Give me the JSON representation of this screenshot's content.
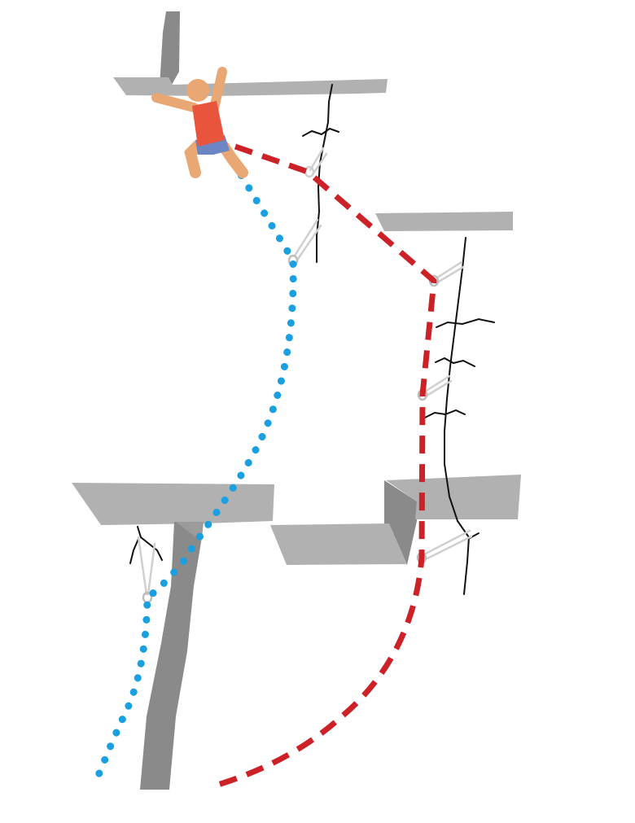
{
  "colors": {
    "background": "#ffffff",
    "rock": "#b1b1b1",
    "rock_shadow": "#8a8a8a",
    "crack": "#111111",
    "sling": "#cfcfcf",
    "rope_direct": "#1a9fe0",
    "rope_extended": "#cc2227",
    "climber_skin": "#e9a774",
    "climber_shirt": "#e8543c",
    "climber_shorts": "#6b86c3"
  },
  "legend": [],
  "ropes": [
    {
      "id": "direct",
      "style": "dotted",
      "color_key": "rope_direct"
    },
    {
      "id": "extended",
      "style": "dashed",
      "color_key": "rope_extended"
    }
  ],
  "protection_count": 6,
  "icons": [
    "climber-icon",
    "sling-icon",
    "carabiner-icon",
    "crack-icon",
    "roof-icon"
  ]
}
